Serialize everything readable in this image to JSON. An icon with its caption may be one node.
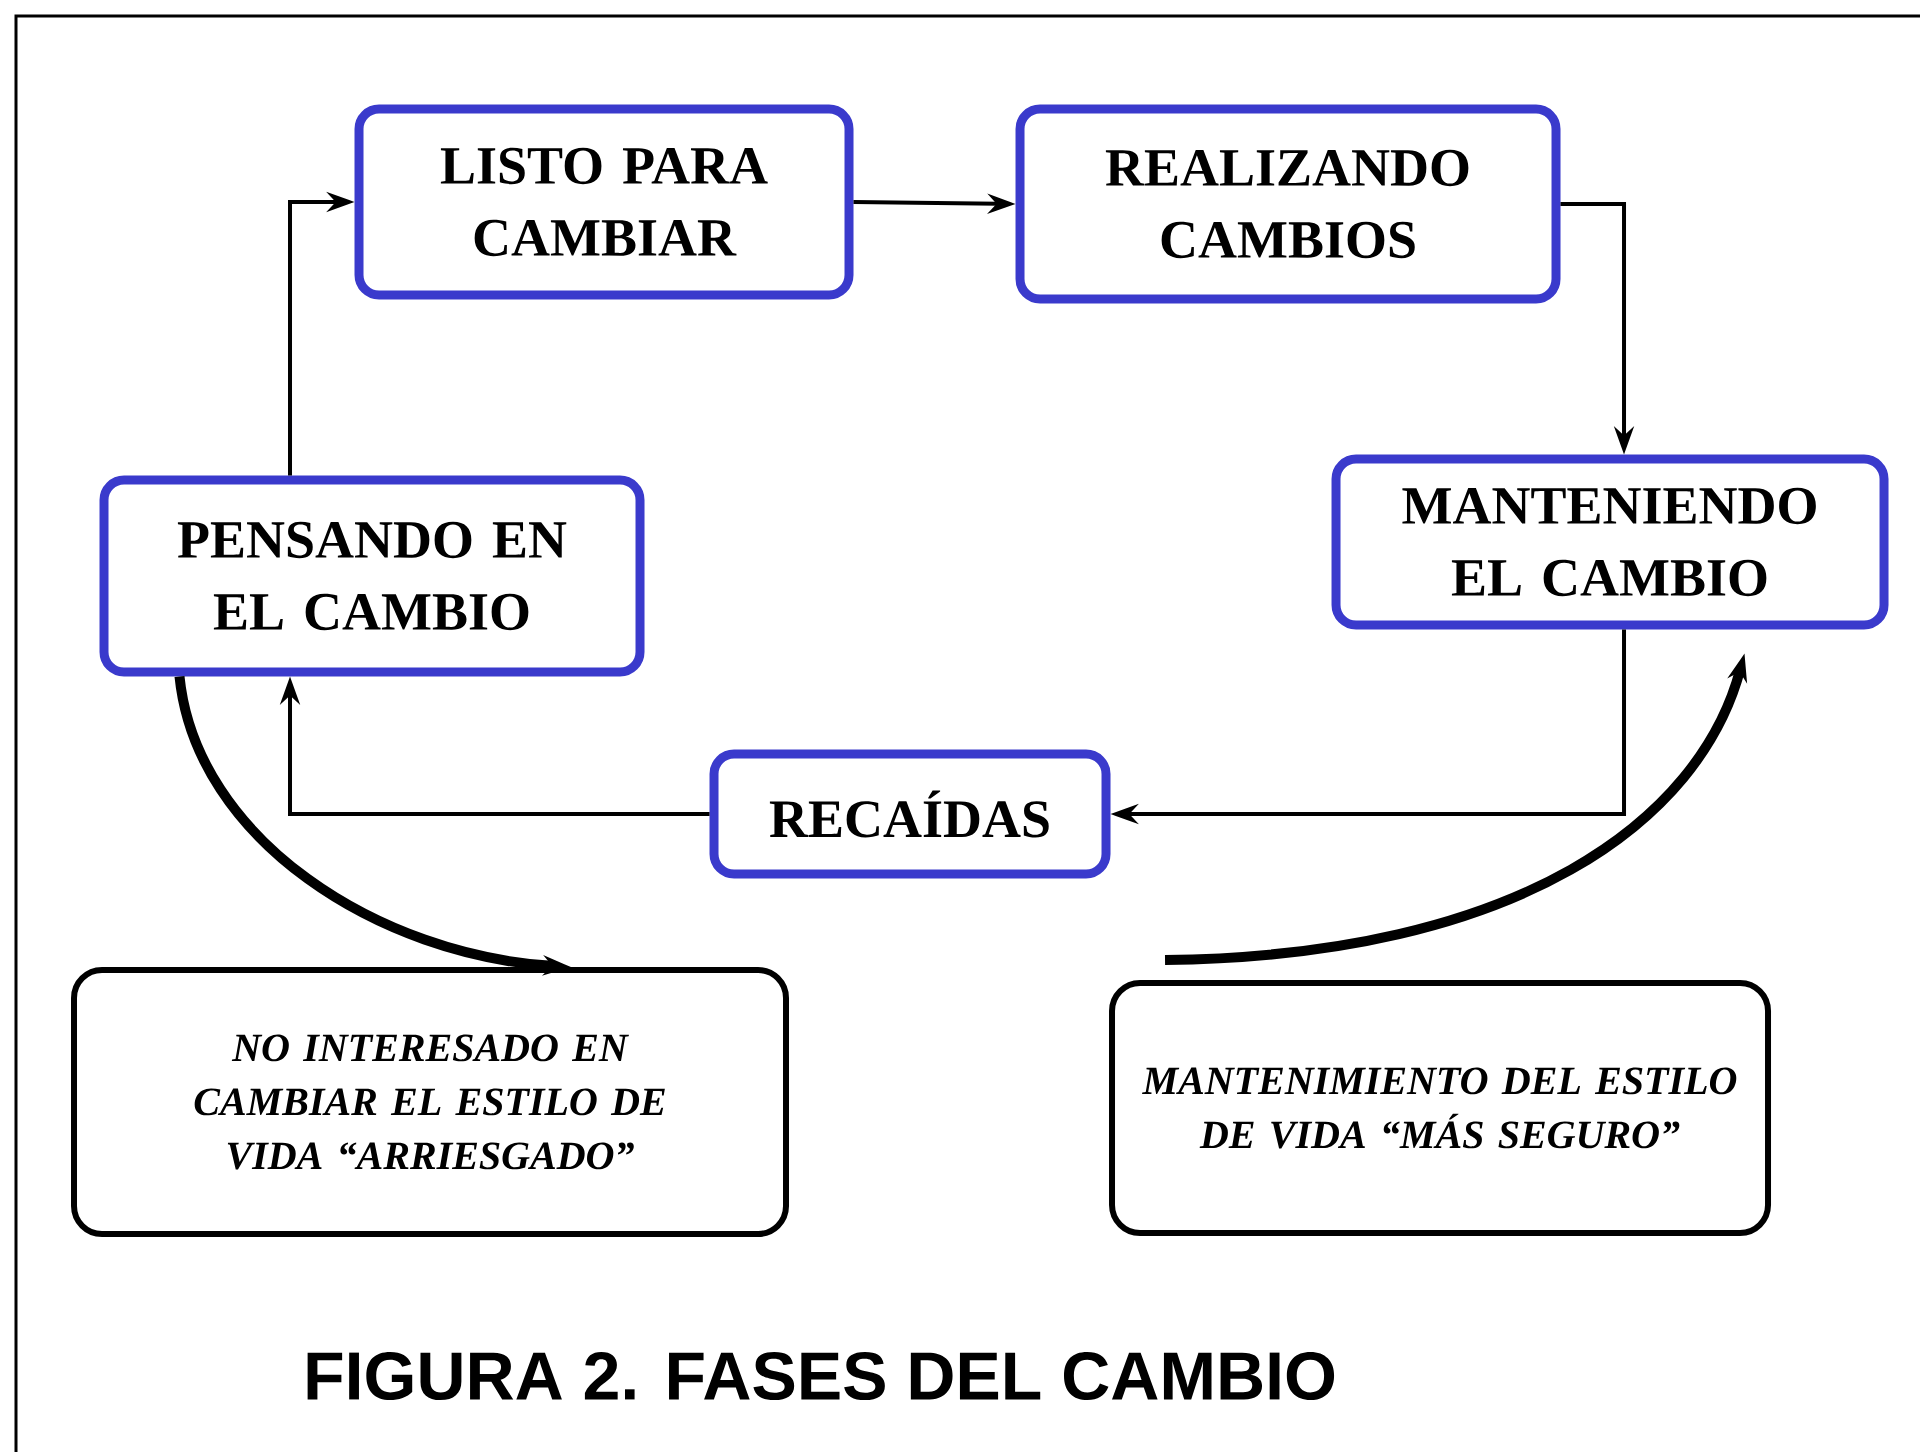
{
  "diagram": {
    "caption": "FIGURA 2. FASES DEL CAMBIO",
    "nodes": [
      {
        "text": [
          "LISTO PARA CAMBIAR"
        ]
      },
      {
        "text": [
          "REALIZANDO CAMBIOS"
        ]
      },
      {
        "text": [
          "PENSANDO EN EL CAMBIO"
        ]
      },
      {
        "text": [
          "MANTENIENDO EL CAMBIO"
        ]
      },
      {
        "text": [
          "RECAÍDAS"
        ]
      },
      {
        "text": [
          "NO INTERESADO EN CAMBIAR EL ESTILO DE VIDA “ARRIESGADO”"
        ]
      },
      {
        "text": [
          "MANTENIMIENTO DEL ESTILO DE VIDA “MÁS SEGURO”"
        ]
      }
    ],
    "edges": [
      {
        "from": 2,
        "to": 0,
        "arrow": "to"
      },
      {
        "from": 0,
        "to": 1,
        "arrow": "to"
      },
      {
        "from": 1,
        "to": 3,
        "arrow": "to"
      },
      {
        "from": 3,
        "to": 4,
        "arrow": "to"
      },
      {
        "from": 4,
        "to": 2,
        "arrow": "to"
      },
      {
        "from": 2,
        "to": 5,
        "arrow": "to",
        "style": "thick"
      },
      {
        "from": 6,
        "to": 3,
        "arrow": "to",
        "style": "thick"
      }
    ]
  }
}
